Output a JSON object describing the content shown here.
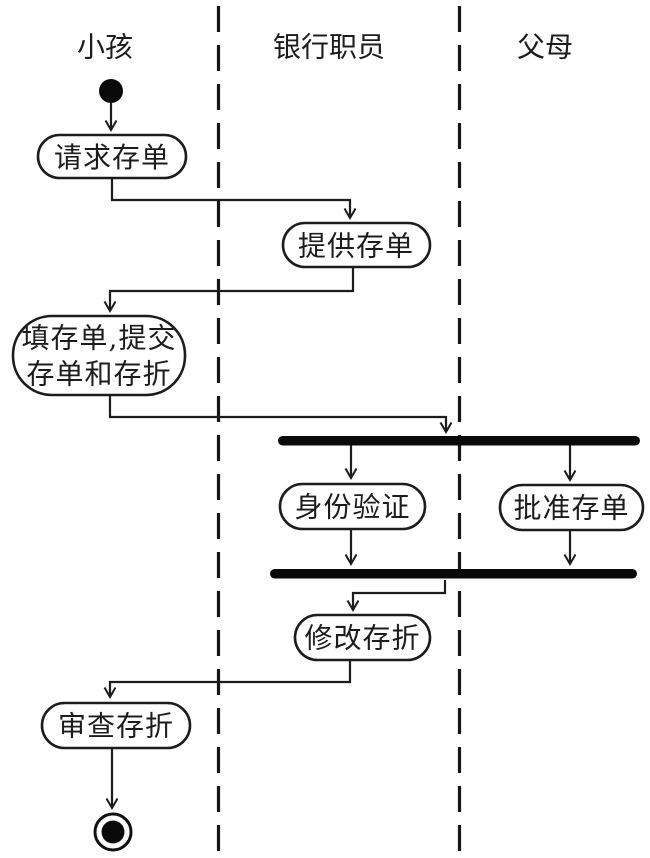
{
  "diagram": {
    "kind": "uml-activity-diagram-with-swimlanes",
    "colors": {
      "background": "#ffffff",
      "line": "#1c1c1c",
      "bar": "#0a0a0a",
      "text": "#1c1c1c"
    },
    "lanes": [
      {
        "id": "child",
        "label": "小孩"
      },
      {
        "id": "bank-clerk",
        "label": "银行职员"
      },
      {
        "id": "parents",
        "label": "父母"
      }
    ],
    "nodes": {
      "start": {
        "type": "initial-node"
      },
      "request_slip": {
        "type": "action",
        "label": "请求存单"
      },
      "provide_slip": {
        "type": "action",
        "label": "提供存单"
      },
      "fill_submit": {
        "type": "action",
        "label_lines": [
          "填存单,提交",
          "存单和存折"
        ]
      },
      "fork_bar": {
        "type": "fork-bar"
      },
      "identity_check": {
        "type": "action",
        "label": "身份验证"
      },
      "approve_slip": {
        "type": "action",
        "label": "批准存单"
      },
      "join_bar": {
        "type": "join-bar"
      },
      "update_passbook": {
        "type": "action",
        "label": "修改存折"
      },
      "review_passbook": {
        "type": "action",
        "label": "审查存折"
      },
      "end": {
        "type": "final-node"
      }
    },
    "edges": [
      {
        "from": "start",
        "to": "request_slip"
      },
      {
        "from": "request_slip",
        "to": "provide_slip"
      },
      {
        "from": "provide_slip",
        "to": "fill_submit"
      },
      {
        "from": "fill_submit",
        "to": "fork_bar"
      },
      {
        "from": "fork_bar",
        "to": "identity_check"
      },
      {
        "from": "fork_bar",
        "to": "approve_slip"
      },
      {
        "from": "identity_check",
        "to": "join_bar"
      },
      {
        "from": "approve_slip",
        "to": "join_bar"
      },
      {
        "from": "join_bar",
        "to": "update_passbook"
      },
      {
        "from": "update_passbook",
        "to": "review_passbook"
      },
      {
        "from": "review_passbook",
        "to": "end"
      }
    ]
  }
}
